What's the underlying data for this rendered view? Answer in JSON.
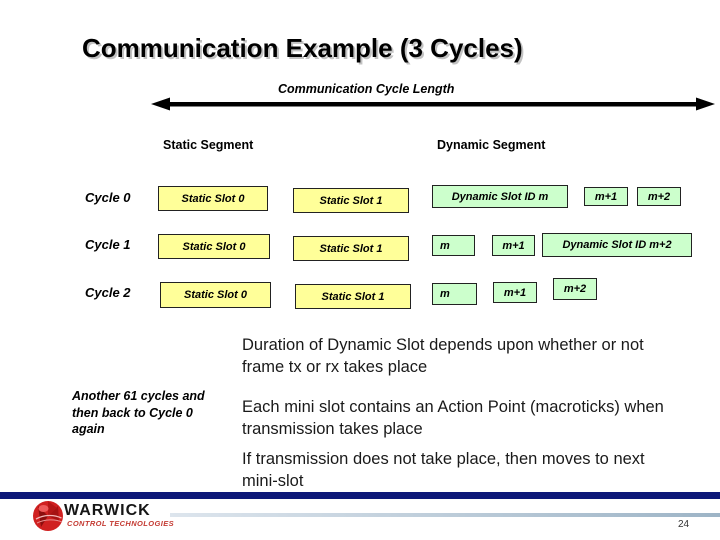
{
  "title": "Communication Example (3 Cycles)",
  "arrow": {
    "label": "Communication Cycle Length"
  },
  "segments": {
    "static": "Static Segment",
    "dynamic": "Dynamic Segment"
  },
  "rows": [
    {
      "label": "Cycle 0",
      "slots": [
        "Static Slot 0",
        "Static Slot 1",
        "Dynamic Slot ID m",
        "m+1",
        "m+2"
      ]
    },
    {
      "label": "Cycle 1",
      "slots": [
        "Static Slot 0",
        "Static Slot 1",
        "m",
        "m+1",
        "Dynamic Slot ID m+2"
      ]
    },
    {
      "label": "Cycle 2",
      "slots": [
        "Static Slot 0",
        "Static Slot 1",
        "m",
        "m+1",
        "m+2"
      ]
    }
  ],
  "notes": {
    "duration": [
      "Duration of Dynamic Slot depends upon whether or not",
      "frame tx or rx takes place"
    ],
    "side": [
      "Another 61 cycles and",
      "then back to Cycle 0",
      "again"
    ],
    "mini_slot": [
      "Each mini slot contains an Action Point (macroticks) when",
      "transmission takes place"
    ],
    "no_transmission": [
      "If transmission does not take place, then moves to next",
      "mini-slot"
    ]
  },
  "footer": {
    "brand": "WARWICK",
    "subtitle": "CONTROL TECHNOLOGIES",
    "page_number": "24"
  },
  "colors": {
    "static_slot_fill": "#ffff99",
    "dynamic_slot_fill": "#ccffcc",
    "footer_bar_navy": "#0d1878",
    "brand_red": "#c43b33"
  },
  "icons": {
    "logo": "red-sphere-logo",
    "arrow": "double-headed-arrow"
  }
}
